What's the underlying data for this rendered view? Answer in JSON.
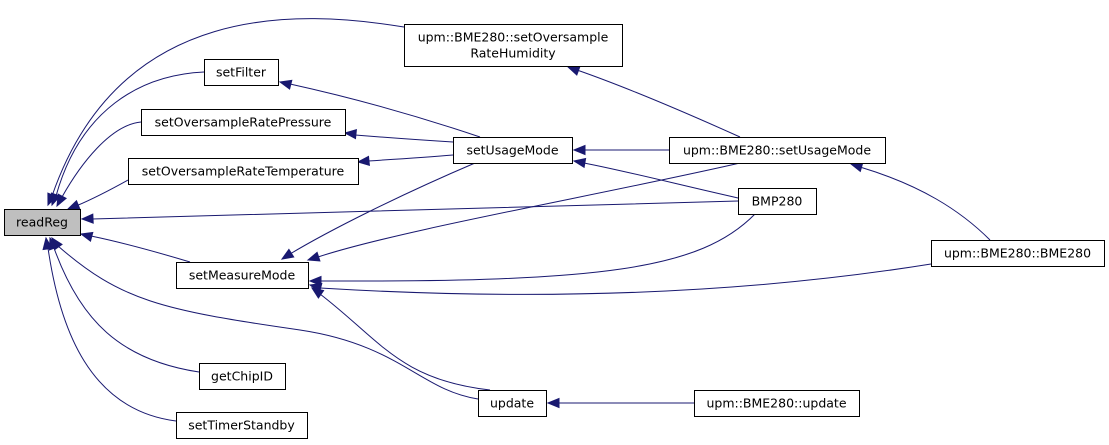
{
  "graph": {
    "colors": {
      "edge": "#191970",
      "node_border": "#000000",
      "root_fill": "#bfbfbf",
      "node_fill": "#ffffff"
    },
    "nodes": {
      "readReg": {
        "lines": [
          "readReg"
        ],
        "root": true
      },
      "setFilter": {
        "lines": [
          "setFilter"
        ]
      },
      "setOversampleRatePressure": {
        "lines": [
          "setOversampleRatePressure"
        ]
      },
      "setOversampleRateTemperature": {
        "lines": [
          "setOversampleRateTemperature"
        ]
      },
      "setMeasureMode": {
        "lines": [
          "setMeasureMode"
        ]
      },
      "getChipID": {
        "lines": [
          "getChipID"
        ]
      },
      "setTimerStandby": {
        "lines": [
          "setTimerStandby"
        ]
      },
      "bme280SetOversampleRateHumidity": {
        "lines": [
          "upm::BME280::setOversample",
          "RateHumidity"
        ]
      },
      "setUsageMode": {
        "lines": [
          "setUsageMode"
        ]
      },
      "update": {
        "lines": [
          "update"
        ]
      },
      "bme280SetUsageMode": {
        "lines": [
          "upm::BME280::setUsageMode"
        ]
      },
      "bmp280": {
        "lines": [
          "BMP280"
        ]
      },
      "bme280Update": {
        "lines": [
          "upm::BME280::update"
        ]
      },
      "bme280Ctor": {
        "lines": [
          "upm::BME280::BME280"
        ]
      }
    },
    "edges": [
      {
        "from": "bme280SetOversampleRateHumidity",
        "to": "readReg"
      },
      {
        "from": "setFilter",
        "to": "readReg"
      },
      {
        "from": "setOversampleRatePressure",
        "to": "readReg"
      },
      {
        "from": "setOversampleRateTemperature",
        "to": "readReg"
      },
      {
        "from": "bmp280",
        "to": "readReg"
      },
      {
        "from": "setMeasureMode",
        "to": "readReg"
      },
      {
        "from": "update",
        "to": "readReg"
      },
      {
        "from": "getChipID",
        "to": "readReg"
      },
      {
        "from": "setTimerStandby",
        "to": "readReg"
      },
      {
        "from": "setUsageMode",
        "to": "setFilter"
      },
      {
        "from": "setUsageMode",
        "to": "setOversampleRatePressure"
      },
      {
        "from": "setUsageMode",
        "to": "setOversampleRateTemperature"
      },
      {
        "from": "setUsageMode",
        "to": "setMeasureMode"
      },
      {
        "from": "bme280SetUsageMode",
        "to": "setMeasureMode"
      },
      {
        "from": "bmp280",
        "to": "setMeasureMode"
      },
      {
        "from": "bme280Ctor",
        "to": "setMeasureMode"
      },
      {
        "from": "update",
        "to": "setMeasureMode"
      },
      {
        "from": "bme280SetUsageMode",
        "to": "bme280SetOversampleRateHumidity"
      },
      {
        "from": "bme280SetUsageMode",
        "to": "setUsageMode"
      },
      {
        "from": "bmp280",
        "to": "setUsageMode"
      },
      {
        "from": "bme280Ctor",
        "to": "bme280SetUsageMode"
      },
      {
        "from": "bme280Update",
        "to": "update"
      }
    ]
  }
}
